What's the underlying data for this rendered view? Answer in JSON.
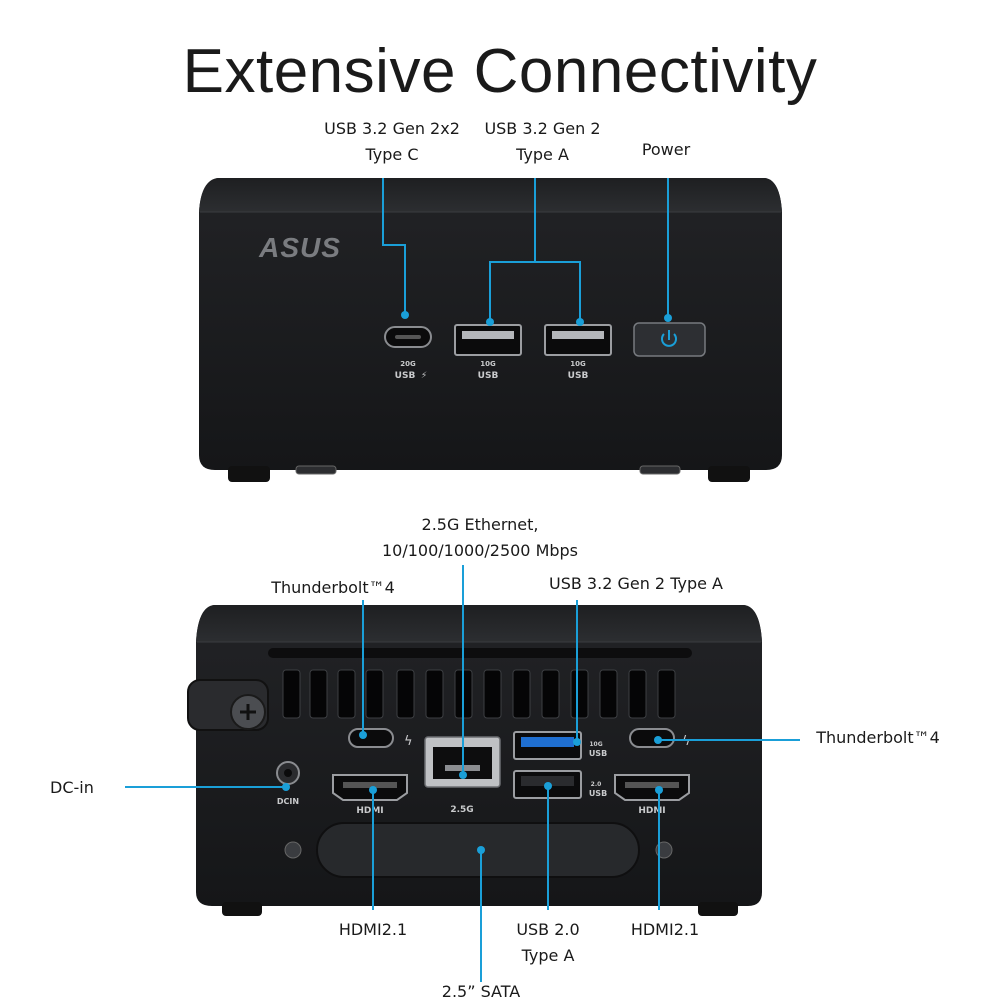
{
  "title": "Extensive Connectivity",
  "front": {
    "brand": "ASUS",
    "usbc": {
      "line1": "USB 3.2 Gen 2x2",
      "line2": "Type C"
    },
    "usba": {
      "line1": "USB 3.2 Gen 2",
      "line2": "Type A"
    },
    "power": "Power",
    "port_marks": {
      "usbc_speed": "20G",
      "usbc_name": "USB",
      "usba_speed": "10G",
      "usba_name": "USB"
    }
  },
  "rear": {
    "ethernet": {
      "line1": "2.5G Ethernet,",
      "line2": "10/100/1000/2500 Mbps"
    },
    "tb4_left": "Thunderbolt™4",
    "usb32": "USB 3.2 Gen 2 Type A",
    "tb4_right": "Thunderbolt™4",
    "dcin": "DC-in",
    "hdmi_left": "HDMI2.1",
    "usb20": {
      "line1": "USB 2.0",
      "line2": "Type A"
    },
    "hdmi_right": "HDMI2.1",
    "sata": "2.5” SATA",
    "port_marks": {
      "hdmi": "HDMI",
      "eth": "2.5G",
      "dcin": "DCIN",
      "usb10g_speed": "10G",
      "usb10g_name": "USB",
      "usb20_speed": "2.0",
      "usb20_name": "USB"
    }
  },
  "colors": {
    "accent": "#1a9fd8",
    "device": "#1b1c1e",
    "device_top": "#26282b"
  }
}
